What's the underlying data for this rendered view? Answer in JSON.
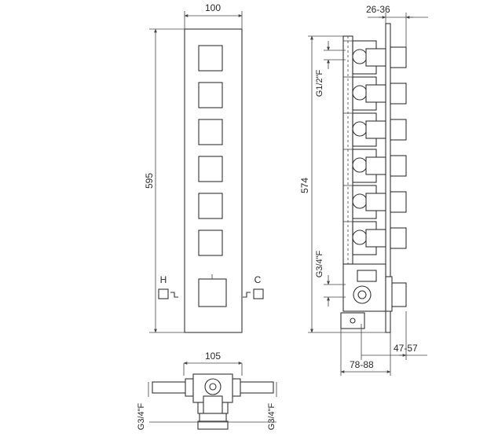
{
  "front_view": {
    "width_dim": "100",
    "height_dim": "595",
    "hot_label": "H",
    "cold_label": "C",
    "control_count": 6
  },
  "side_view": {
    "top_depth_dim": "26-36",
    "height_dim": "574",
    "outlet_thread": "G1/2\"F",
    "inlet_thread": "G3/4\"F",
    "depth_dim_a": "47-57",
    "depth_dim_b": "78-88",
    "valve_count": 6
  },
  "bottom_view": {
    "width_dim": "105",
    "left_thread": "G3/4\"F",
    "right_thread": "G3/4\"F"
  }
}
